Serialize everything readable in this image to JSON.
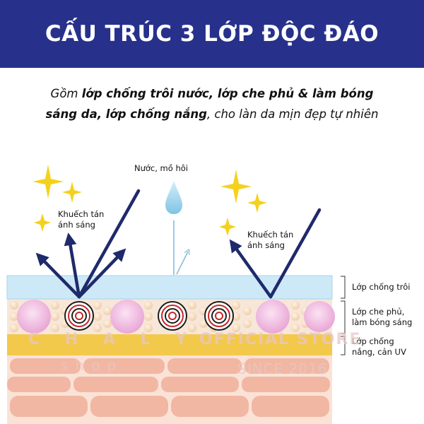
{
  "header": {
    "title": "CẤU TRÚC 3 LỚP ĐỘC ĐÁO"
  },
  "intro": {
    "part1": "Gồm ",
    "bold1": "lớp chống trôi nước, lớp che phủ & làm bóng sáng da, lớp chống nắng",
    "part2": ", cho làn da mịn đẹp tự nhiên"
  },
  "diagram": {
    "label_water": "Nước, mồ hôi",
    "label_scatter_left_1": "Khuếch tán",
    "label_scatter_left_2": "ánh sáng",
    "label_scatter_right_1": "Khuếch tán",
    "label_scatter_right_2": "ánh sáng",
    "layers": {
      "waterproof": "Lớp chống trôi",
      "cover_1": "Lớp che phủ,",
      "cover_2": "làm bóng sáng",
      "sun_1": "Lớp chống",
      "sun_2": "nắng, cản UV"
    }
  },
  "watermark": {
    "brand": "C H A L Y",
    "store": "OFFICIAL STORE",
    "shop": "shop",
    "since": "SINCE 2016"
  },
  "colors": {
    "header_bg": "#27318c",
    "arrow": "#1f2a6b",
    "water_layer": "#cde9f7",
    "cover_layer": "#f5e6d8",
    "sun_layer": "#f3c94c",
    "skin": "#f1b7a2",
    "sparkle": "#f5d11c"
  }
}
